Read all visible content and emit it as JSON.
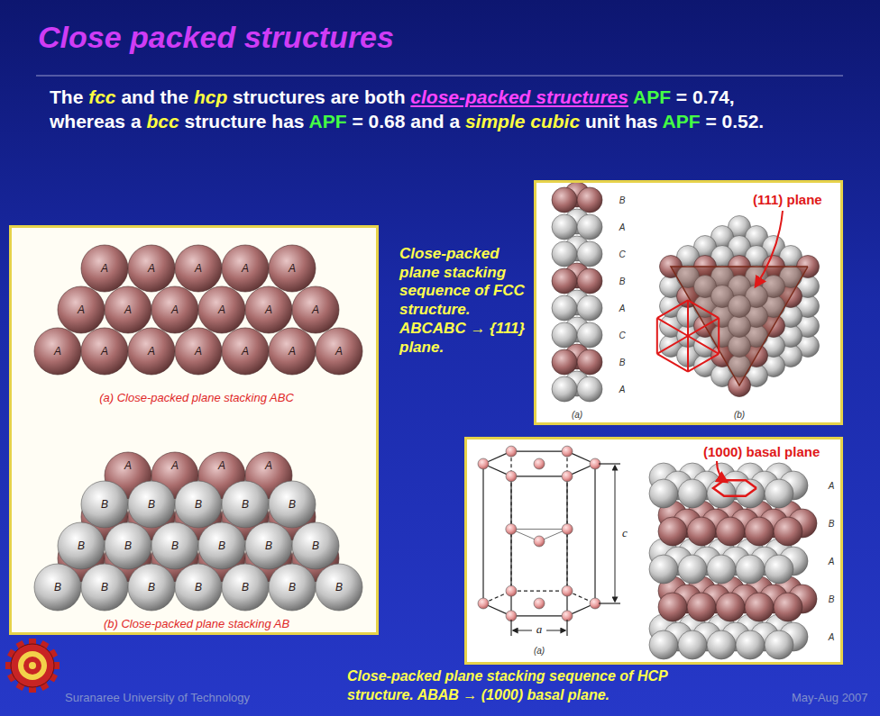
{
  "diagram": {
    "title": "Close packed structures",
    "nodes": [
      {
        "text": [
          "(a) Close-packed plane stacking ABC",
          "(b) Close-packed plane stacking AB"
        ]
      },
      {
        "text": [
          "(111) plane"
        ]
      },
      {
        "text": [
          "(1000) basal plane"
        ]
      }
    ],
    "labels": [
      "The",
      "fcc",
      "and the",
      "hcp",
      "structures are both",
      "close-packed structures",
      "APF",
      "= 0.74, whereas a",
      "bcc",
      "structure has",
      "APF",
      "= 0.68 and a",
      "simple cubic",
      "unit has",
      "APF",
      "= 0.52.",
      "Close-packed plane stacking sequence of FCC structure. ABCABC → {111} plane.",
      "A",
      "A",
      "A",
      "A",
      "A",
      "A",
      "A",
      "A",
      "A",
      "A",
      "A",
      "A",
      "A",
      "A",
      "A",
      "A",
      "A",
      "A",
      "A",
      "A",
      "A",
      "A",
      "B",
      "B",
      "B",
      "B",
      "B",
      "B",
      "B",
      "B",
      "B",
      "B",
      "B",
      "B",
      "B",
      "B",
      "B",
      "B",
      "B",
      "B",
      "B",
      "A",
      "C",
      "B",
      "A",
      "C",
      "B",
      "A",
      "(a)",
      "(b)",
      "c",
      "a",
      "(a)",
      "A",
      "B",
      "A",
      "B",
      "A",
      "Suranaree University of Technology",
      "Close-packed plane stacking sequence of HCP structure. ABAB → (1000) basal plane.",
      "May-Aug 2007"
    ]
  }
}
